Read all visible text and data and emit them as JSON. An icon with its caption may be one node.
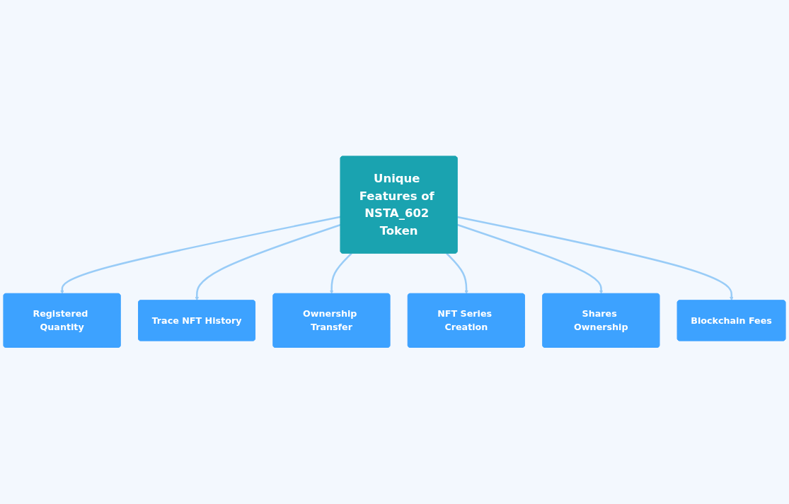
{
  "diagram": {
    "nodes": [
      {
        "text": [
          "Registered Quantity"
        ]
      },
      {
        "text": [
          "Trace NFT History"
        ]
      },
      {
        "text": [
          "Ownership Transfer"
        ]
      },
      {
        "text": [
          "Unique Features of NSTA_602 Token"
        ]
      },
      {
        "text": [
          "NFT Series Creation"
        ]
      },
      {
        "text": [
          "Shares Ownership"
        ]
      },
      {
        "text": [
          "Blockchain Fees"
        ]
      }
    ],
    "edges": [
      {
        "from": 3,
        "to": 0,
        "arrow": "to"
      },
      {
        "from": 3,
        "to": 1,
        "arrow": "to"
      },
      {
        "from": 3,
        "to": 2,
        "arrow": "to"
      },
      {
        "from": 3,
        "to": 4,
        "arrow": "to"
      },
      {
        "from": 3,
        "to": 5,
        "arrow": "to"
      },
      {
        "from": 3,
        "to": 6,
        "arrow": "to"
      }
    ]
  }
}
